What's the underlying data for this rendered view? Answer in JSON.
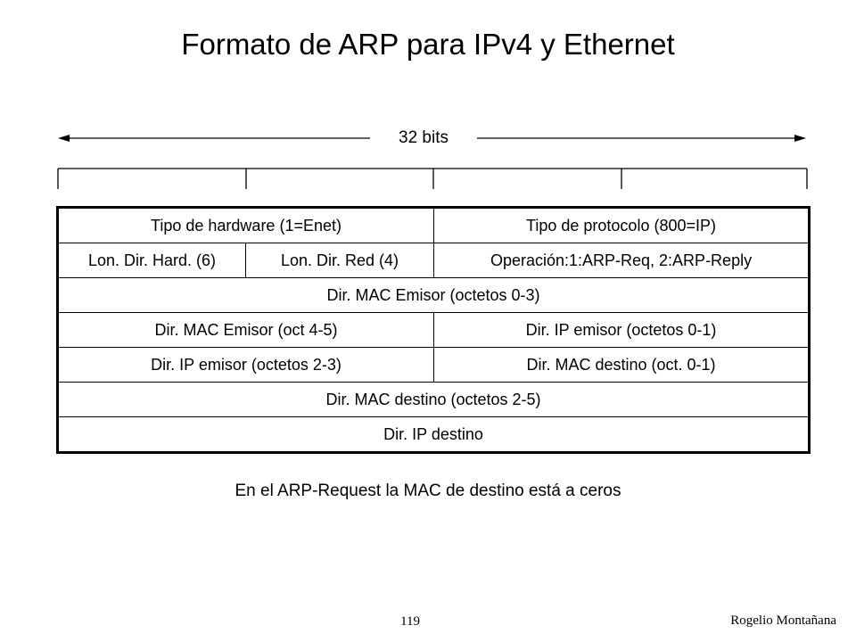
{
  "title": "Formato de ARP para IPv4  y Ethernet",
  "width_label": "32 bits",
  "rows": [
    [
      {
        "text": "Tipo de hardware (1=Enet)",
        "span": 2
      },
      {
        "text": "Tipo de protocolo (800=IP)",
        "span": 2
      }
    ],
    [
      {
        "text": "Lon. Dir. Hard. (6)",
        "span": 1
      },
      {
        "text": "Lon. Dir. Red (4)",
        "span": 1
      },
      {
        "text": "Operación:1:ARP-Req, 2:ARP-Reply",
        "span": 2
      }
    ],
    [
      {
        "text": "Dir. MAC Emisor (octetos 0-3)",
        "span": 4
      }
    ],
    [
      {
        "text": "Dir. MAC Emisor (oct 4-5)",
        "span": 2
      },
      {
        "text": "Dir. IP emisor (octetos 0-1)",
        "span": 2
      }
    ],
    [
      {
        "text": "Dir. IP emisor (octetos 2-3)",
        "span": 2
      },
      {
        "text": "Dir. MAC destino (oct. 0-1)",
        "span": 2
      }
    ],
    [
      {
        "text": "Dir. MAC destino (octetos 2-5)",
        "span": 4
      }
    ],
    [
      {
        "text": "Dir. IP destino",
        "span": 4
      }
    ]
  ],
  "note": "En el ARP-Request la MAC de destino está a ceros",
  "footer": {
    "page_number": "119",
    "author": "Rogelio Montañana"
  }
}
